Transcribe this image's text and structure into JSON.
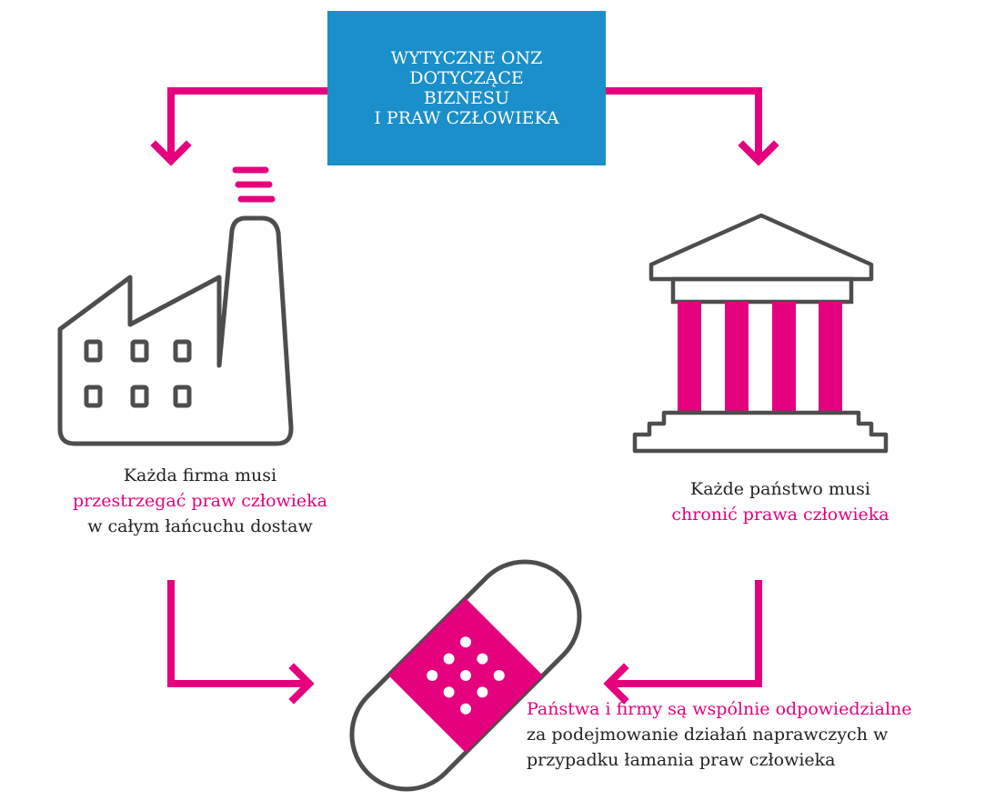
{
  "title": {
    "lines": [
      "WYTYCZNE ONZ",
      "DOTYCZĄCE",
      "BIZNESU",
      "I PRAW CZŁOWIEKA"
    ]
  },
  "company": {
    "line1": "Każda firma musi",
    "highlight": "przestrzegać praw człowieka",
    "line3": "w całym łańcuchu dostaw"
  },
  "state": {
    "line1": "Każde państwo musi",
    "highlight": "chronić prawa człowieka"
  },
  "remedy": {
    "highlight": "Państwa i firmy są wspólnie odpowiedzialne",
    "line2": "za podejmowanie działań naprawczych w",
    "line3": "przypadku łamania praw człowieka"
  },
  "colors": {
    "accent": "#e5007e",
    "title_background": "#1a8fc9",
    "outline": "#4d4d4d",
    "text": "#222222"
  },
  "icons": [
    "factory-icon",
    "government-building-icon",
    "bandage-icon",
    "arrow-icon"
  ]
}
